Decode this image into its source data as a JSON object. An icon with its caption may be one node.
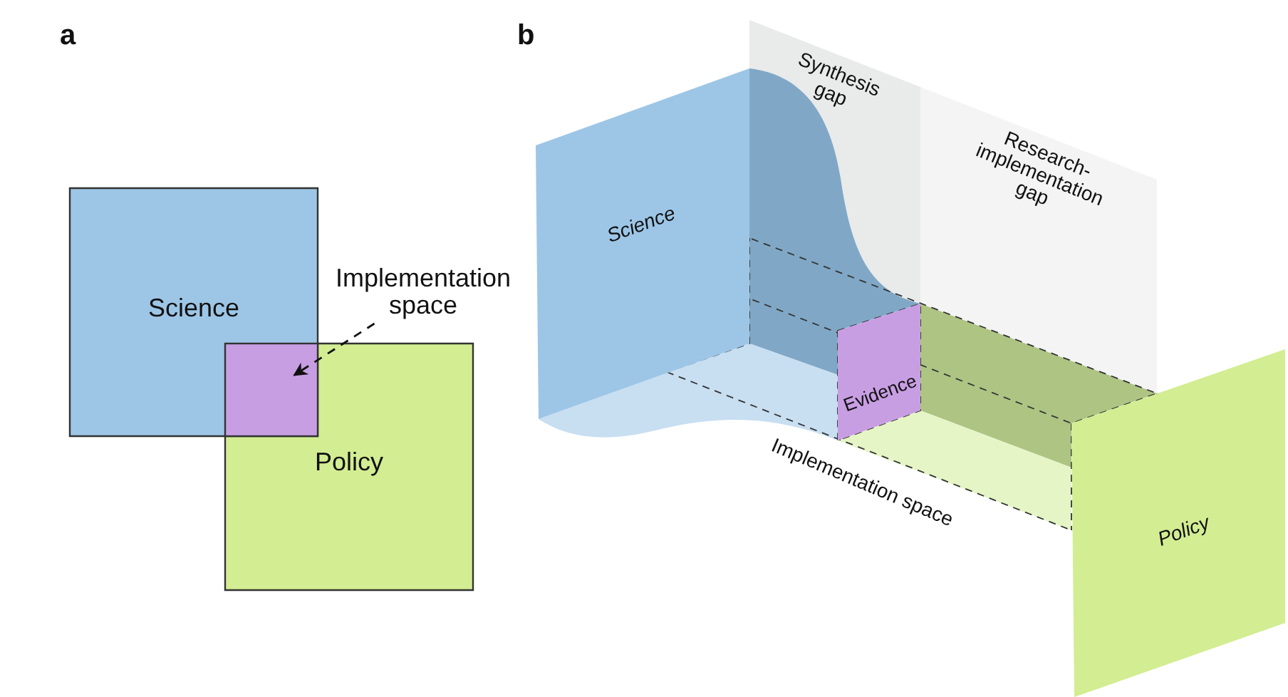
{
  "diagram": {
    "nodes": [
      {
        "text": [
          "Science"
        ]
      },
      {
        "text": [
          "Implementation space"
        ]
      },
      {
        "text": [],
        "shape": "box"
      },
      {
        "text": [
          "Policy"
        ]
      },
      {
        "text": [
          "Synthesis gap"
        ]
      },
      {
        "text": [
          "Research-implementation gap"
        ]
      },
      {
        "text": [
          "Science"
        ]
      },
      {
        "text": [
          "Evidence"
        ]
      },
      {
        "text": [
          "Policy"
        ]
      }
    ],
    "edges": [
      {
        "from": 1,
        "to": 2,
        "arrow": "to",
        "style": "dashed"
      }
    ],
    "labels": [
      "a",
      "b",
      "Implementation space"
    ]
  }
}
